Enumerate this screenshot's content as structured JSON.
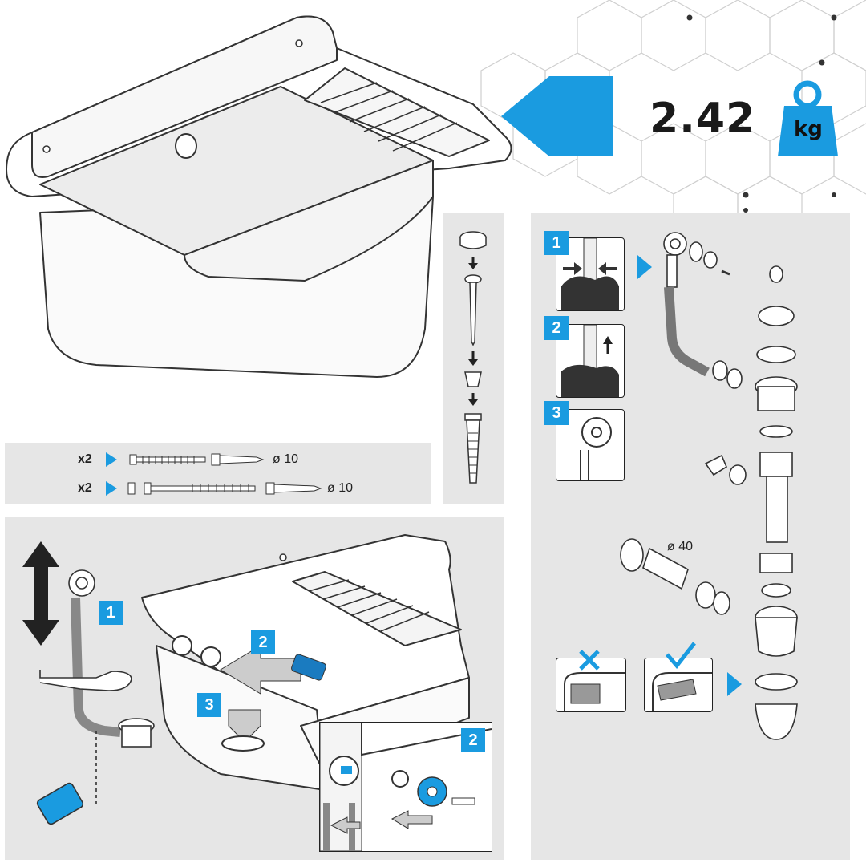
{
  "weight": {
    "value": "2.42",
    "unit": "kg"
  },
  "hardware": {
    "row1": {
      "qty": "x2",
      "diameter": "ø 10"
    },
    "row2": {
      "qty": "x2",
      "diameter": "ø 10"
    }
  },
  "install_steps": [
    "1",
    "2",
    "3"
  ],
  "drain_steps": [
    "1",
    "2",
    "3"
  ],
  "detail_step": "2",
  "pipe": {
    "diameter": "ø 40"
  },
  "colors": {
    "accent": "#1a9be0",
    "panel": "#e6e6e6",
    "line": "#222222"
  }
}
